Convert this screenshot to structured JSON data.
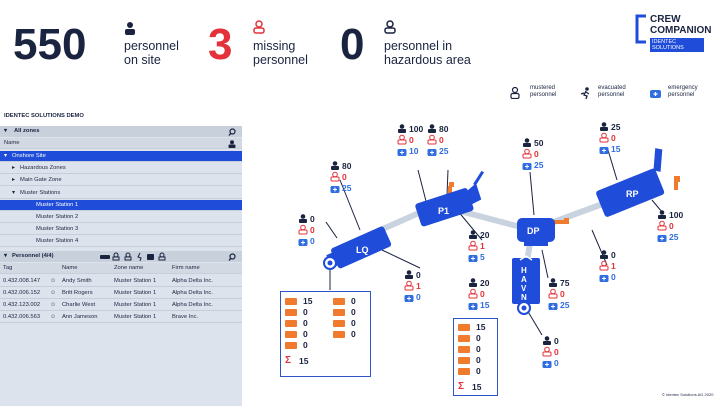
{
  "header": {
    "on_site": {
      "value": "550",
      "label1": "personnel",
      "label2": "on site"
    },
    "missing": {
      "value": "3",
      "label1": "missing",
      "label2": "personnel"
    },
    "hazardous": {
      "value": "0",
      "label1": "personnel in",
      "label2": "hazardous area"
    }
  },
  "brand": {
    "line1": "CREW",
    "line2": "COMPANION",
    "line3": "IDENTEC SOLUTIONS"
  },
  "legend": {
    "mustered": [
      "mustered",
      "personnel"
    ],
    "evacuated": [
      "evacuated",
      "personnel"
    ],
    "emergency": [
      "emergency",
      "personnel"
    ]
  },
  "colors": {
    "navy": "#1a2340",
    "blue": "#1f4cd8",
    "red": "#e3323a",
    "orange": "#f07a2d",
    "panel": "#dde3ec"
  },
  "panel": {
    "demo_title": "IDENTEC SOLUTIONS DEMO",
    "zones_header": "All zones",
    "name_col": "Name",
    "tree": [
      {
        "label": "Onshore Site",
        "indent": 0,
        "selected": true
      },
      {
        "label": "Hazardous Zones",
        "indent": 1,
        "selected": false
      },
      {
        "label": "Main Gate Zone",
        "indent": 1,
        "selected": false
      },
      {
        "label": "Muster Stations",
        "indent": 1,
        "selected": false
      },
      {
        "label": "Muster Station 1",
        "indent": 2,
        "selected": true
      },
      {
        "label": "Muster Station 2",
        "indent": 2,
        "selected": false
      },
      {
        "label": "Muster Station 3",
        "indent": 2,
        "selected": false
      },
      {
        "label": "Muster Station 4",
        "indent": 2,
        "selected": false
      }
    ],
    "personnel_title": "Personnel (4/4)",
    "columns": [
      "Tag",
      "Name",
      "Zone name",
      "Firm name"
    ],
    "rows": [
      {
        "tag": "0.432.008.147",
        "name": "Andy Smith",
        "zone": "Muster Station 1",
        "firm": "Alpha Delta Inc."
      },
      {
        "tag": "0.432.006.152",
        "name": "Britt Rogers",
        "zone": "Muster Station 1",
        "firm": "Alpha Delta Inc."
      },
      {
        "tag": "0.432.123.002",
        "name": "Charlie West",
        "zone": "Muster Station 1",
        "firm": "Alpha Delta Inc."
      },
      {
        "tag": "0.432.006.563",
        "name": "Ann Jameson",
        "zone": "Muster Station 1",
        "firm": "Brave Inc."
      }
    ]
  },
  "map": {
    "units": {
      "lq": "LQ",
      "p1": "P1",
      "dp": "DP",
      "rp": "RP",
      "havn": [
        "H",
        "A",
        "V",
        "N"
      ]
    },
    "nodes": [
      {
        "id": "a",
        "p": "100",
        "m": "0",
        "e": "10"
      },
      {
        "id": "b",
        "p": "80",
        "m": "0",
        "e": "25"
      },
      {
        "id": "c",
        "p": "50",
        "m": "0",
        "e": "25"
      },
      {
        "id": "d",
        "p": "25",
        "m": "0",
        "e": "15"
      },
      {
        "id": "e",
        "p": "80",
        "m": "0",
        "e": "25"
      },
      {
        "id": "f",
        "p": "0",
        "m": "0",
        "e": "0"
      },
      {
        "id": "g",
        "p": "20",
        "m": "1",
        "e": "5"
      },
      {
        "id": "h",
        "p": "0",
        "m": "1",
        "e": "0"
      },
      {
        "id": "i",
        "p": "20",
        "m": "0",
        "e": "15"
      },
      {
        "id": "j",
        "p": "75",
        "m": "0",
        "e": "25"
      },
      {
        "id": "k",
        "p": "100",
        "m": "0",
        "e": "25"
      },
      {
        "id": "l",
        "p": "0",
        "m": "1",
        "e": "0"
      },
      {
        "id": "m",
        "p": "0",
        "m": "0",
        "e": "0"
      }
    ],
    "box1": {
      "values_left": [
        "15",
        "0",
        "0",
        "0",
        "0"
      ],
      "values_right": [
        "0",
        "0",
        "0",
        "0"
      ],
      "total": "15"
    },
    "box2": {
      "values": [
        "15",
        "0",
        "0",
        "0",
        "0"
      ],
      "total": "15"
    }
  },
  "copyright": "© Identec Solutions AG 2020"
}
